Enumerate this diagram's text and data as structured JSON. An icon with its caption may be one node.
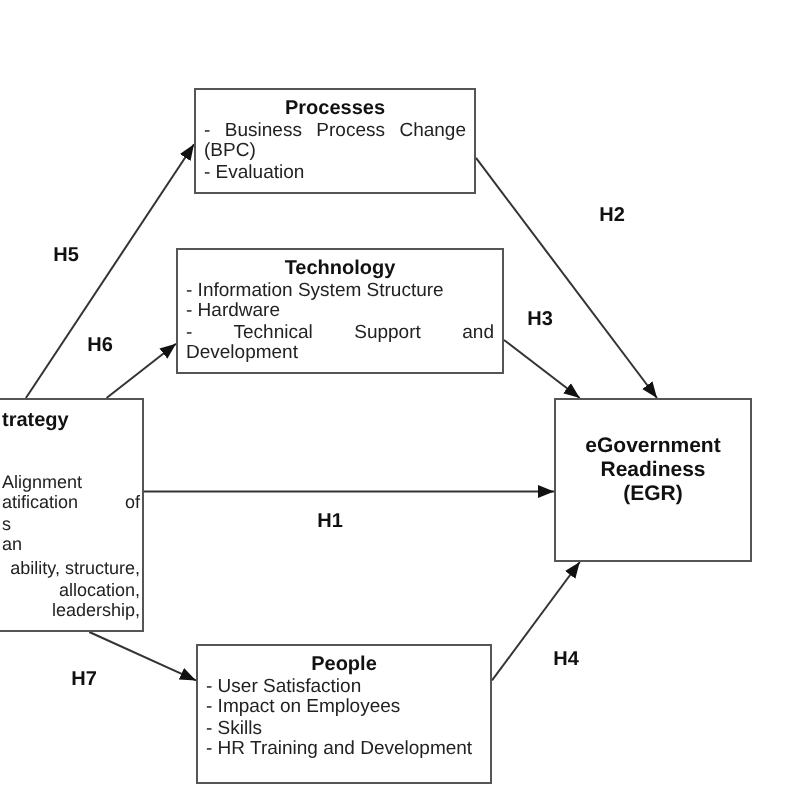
{
  "diagram": {
    "nodes": [
      {
        "text": [
          "Processes",
          "- Business Process Change (BPC)",
          "- Evaluation"
        ]
      },
      {
        "text": [
          "Technology",
          "- Information System Structure",
          "- Hardware",
          "- Technical Support and Development"
        ]
      },
      {
        "text": [
          "trategy",
          "Alignment",
          "atification of",
          "s",
          "an",
          "ability, structure, allocation, leadership,"
        ]
      },
      {
        "text": [
          "eGovernment Readiness (EGR)"
        ]
      },
      {
        "text": [
          "People",
          "- User Satisfaction",
          "- Impact on Employees",
          "- Skills",
          "- HR Training and Development"
        ]
      }
    ],
    "edges": [
      {
        "from": 2,
        "to": 0,
        "arrow": "to",
        "label": "H5"
      },
      {
        "from": 2,
        "to": 1,
        "arrow": "to",
        "label": "H6"
      },
      {
        "from": 2,
        "to": 3,
        "arrow": "to",
        "label": "H1"
      },
      {
        "from": 2,
        "to": 4,
        "arrow": "to",
        "label": "H7"
      },
      {
        "from": 0,
        "to": 3,
        "arrow": "to",
        "label": "H2"
      },
      {
        "from": 1,
        "to": 3,
        "arrow": "to",
        "label": "H3"
      },
      {
        "from": 4,
        "to": 3,
        "arrow": "to",
        "label": "H4"
      }
    ]
  }
}
